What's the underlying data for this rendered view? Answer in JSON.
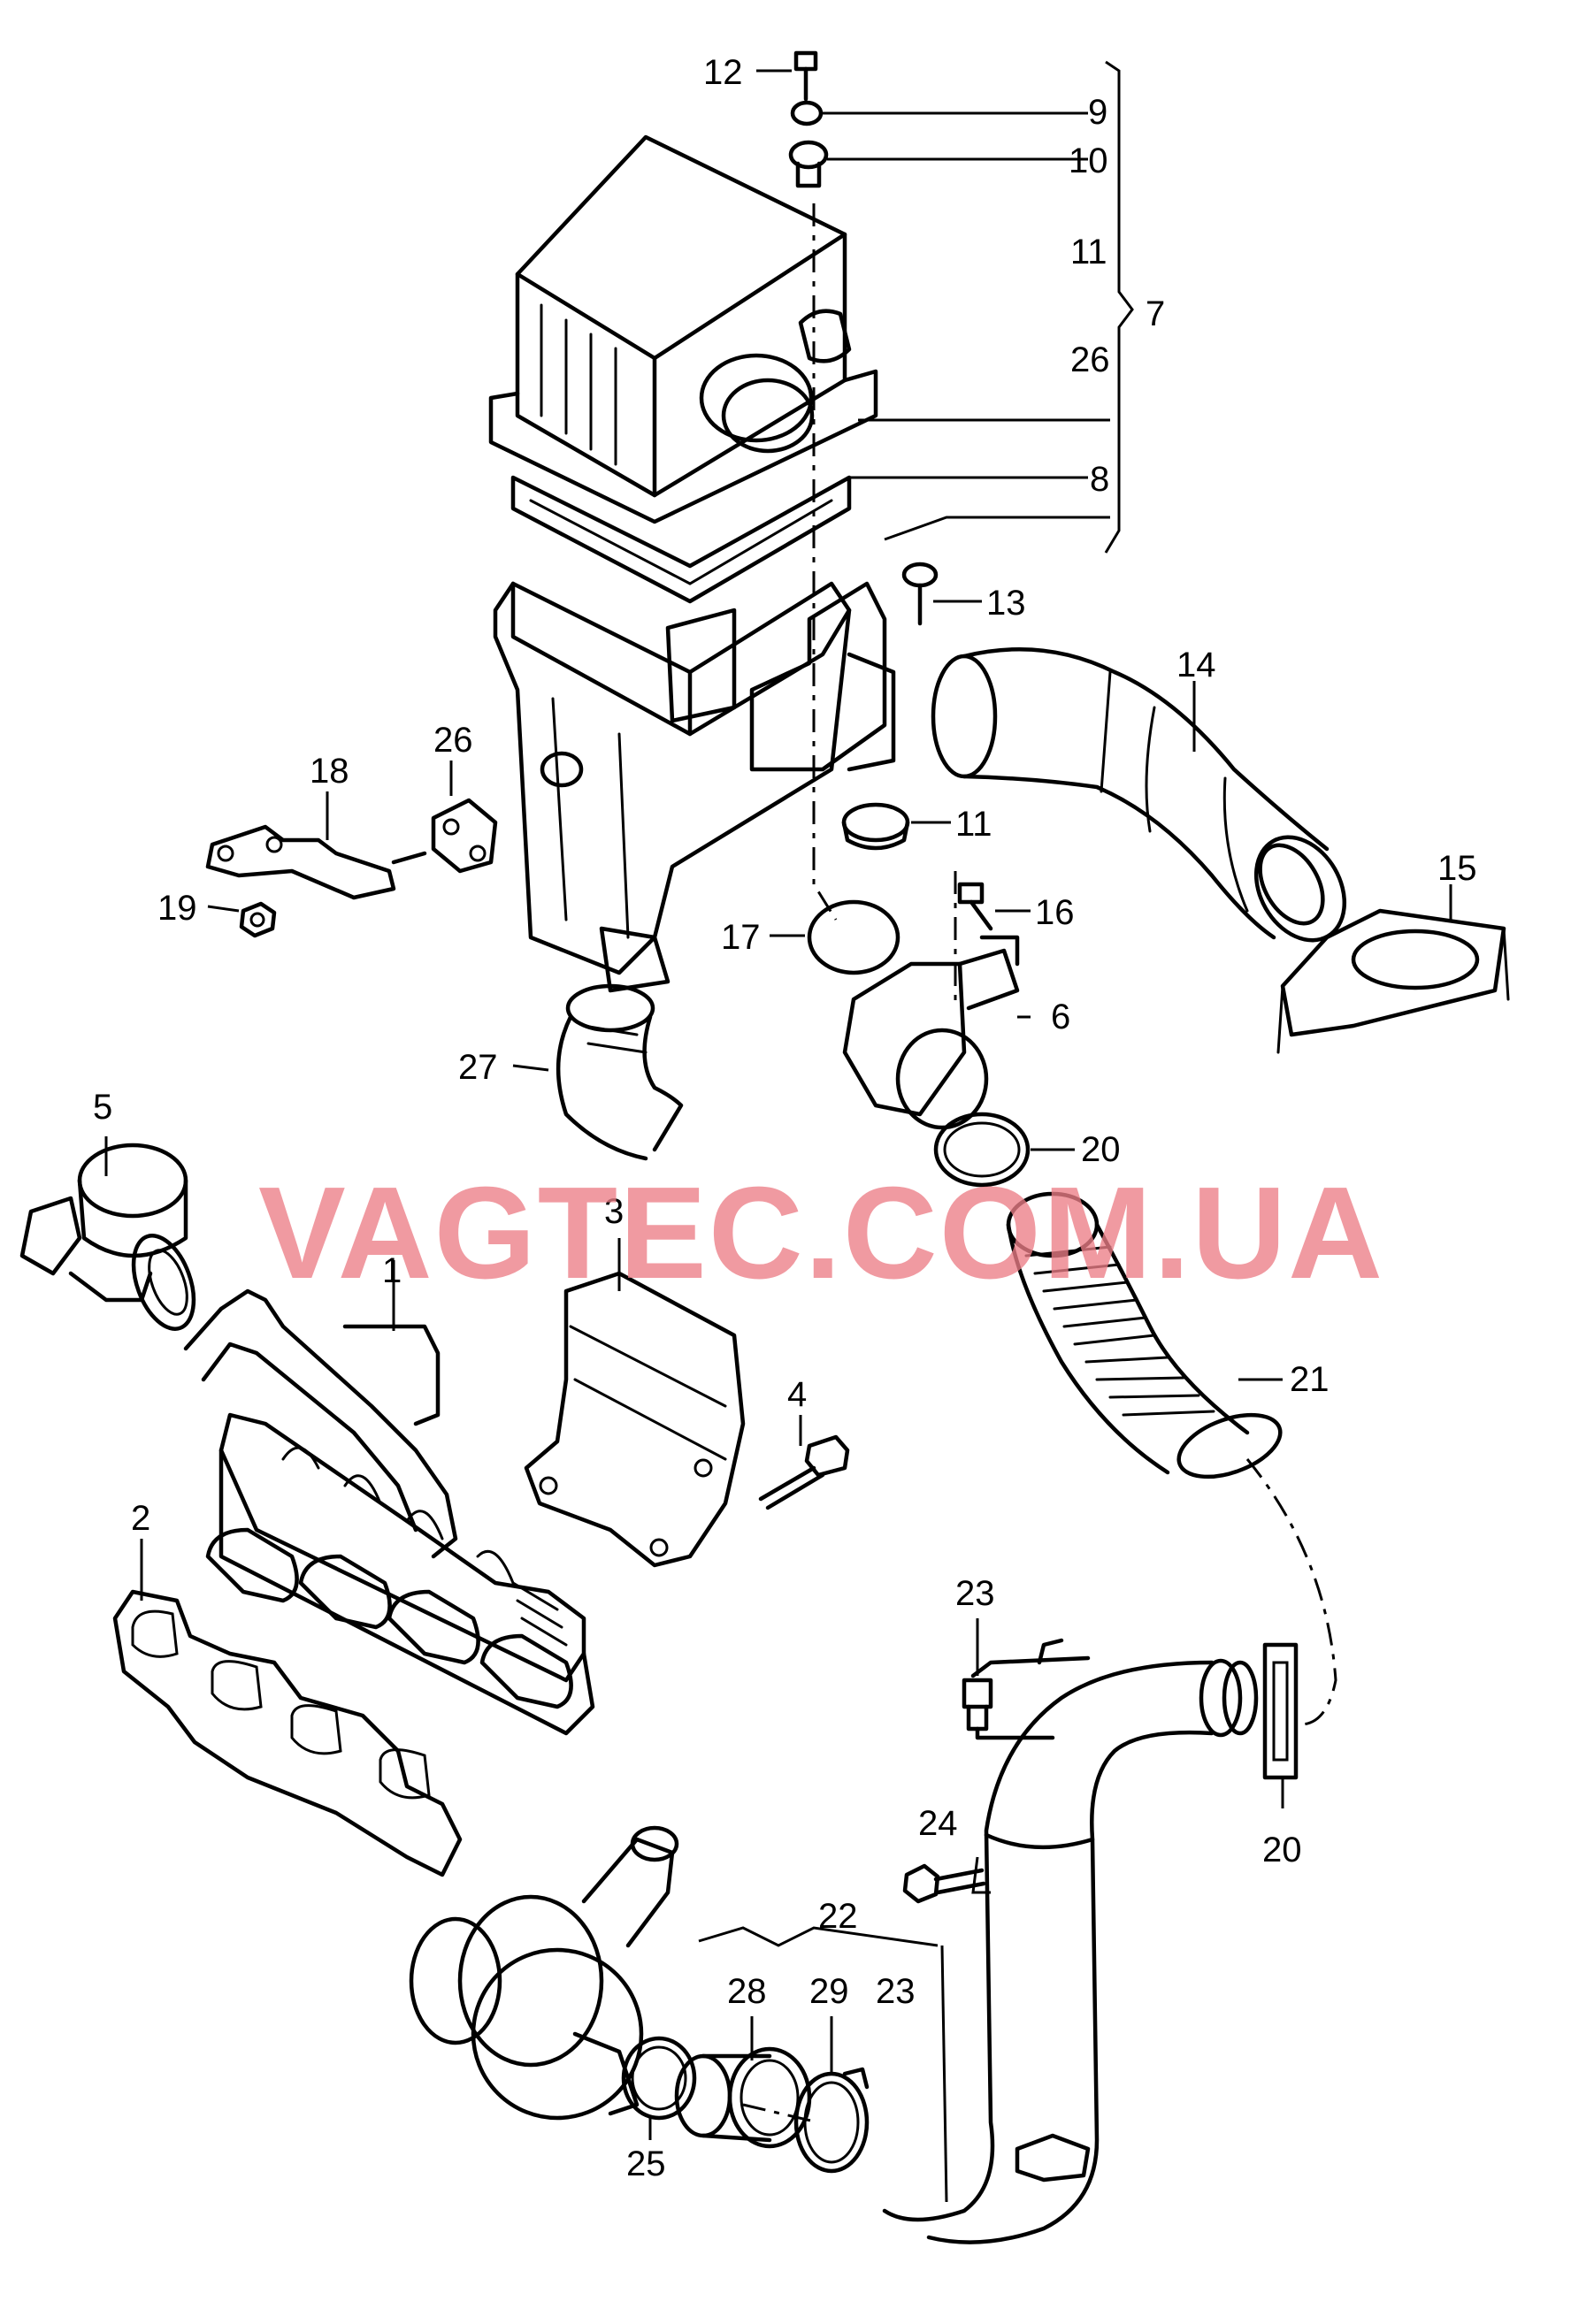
{
  "watermark": "VAGTEC.COM.UA",
  "callouts": {
    "c1": "1",
    "c2": "2",
    "c3": "3",
    "c4": "4",
    "c5": "5",
    "c6": "6",
    "c7": "7",
    "c8": "8",
    "c9": "9",
    "c10": "10",
    "c11a": "11",
    "c11b": "11",
    "c12": "12",
    "c13": "13",
    "c14": "14",
    "c15": "15",
    "c16": "16",
    "c17": "17",
    "c18": "18",
    "c19": "19",
    "c20a": "20",
    "c20b": "20",
    "c21": "21",
    "c22": "22",
    "c23a": "23",
    "c23b": "23",
    "c24": "24",
    "c25": "25",
    "c26a": "26",
    "c26b": "26",
    "c27": "27",
    "c28": "28",
    "c29": "29"
  }
}
